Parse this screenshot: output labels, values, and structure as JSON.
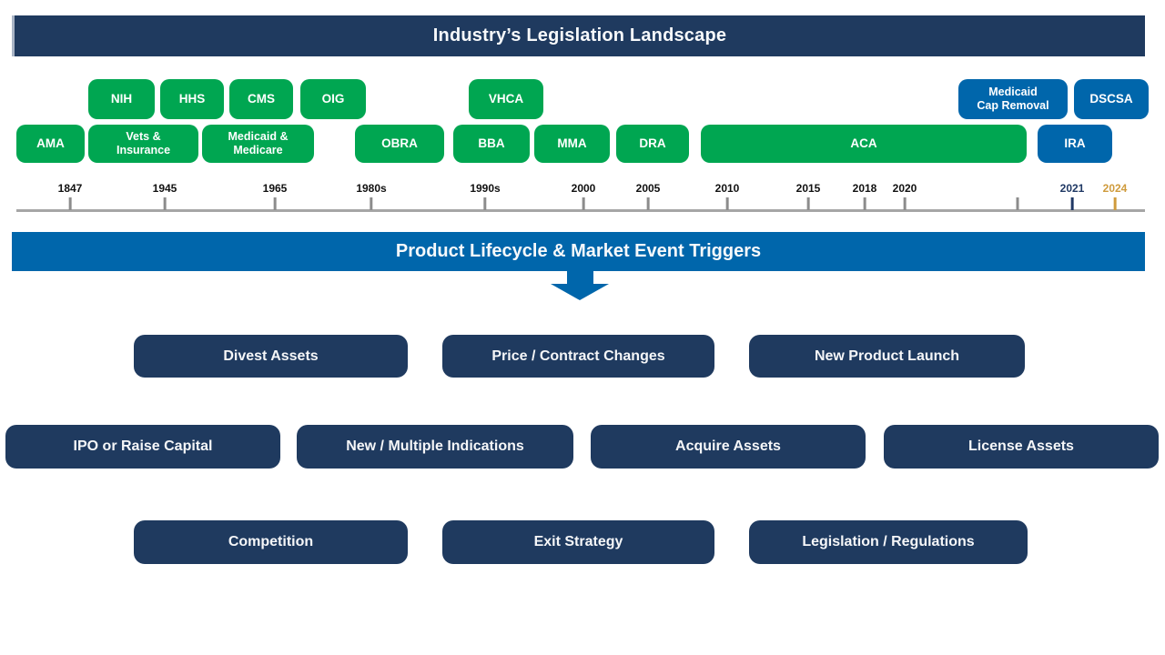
{
  "header": {
    "title": "Industry’s Legislation Landscape"
  },
  "colors": {
    "navy": "#1f3a5f",
    "green": "#00a651",
    "blue": "#0066ab",
    "gold_2024": "#cf9b3c",
    "navy_2021": "#1f3864",
    "timeline_gray": "#8c8c8c"
  },
  "legislation": {
    "row1": [
      {
        "label": "NIH"
      },
      {
        "label": "HHS"
      },
      {
        "label": "CMS"
      },
      {
        "label": "OIG"
      },
      {
        "label": "VHCA"
      },
      {
        "label": "Medicaid\nCap Removal"
      },
      {
        "label": "DSCSA"
      }
    ],
    "row2": [
      {
        "label": "AMA"
      },
      {
        "label": "Vets &\nInsurance"
      },
      {
        "label": "Medicaid &\nMedicare"
      },
      {
        "label": "OBRA"
      },
      {
        "label": "BBA"
      },
      {
        "label": "MMA"
      },
      {
        "label": "DRA"
      },
      {
        "label": "ACA"
      },
      {
        "label": "IRA"
      }
    ]
  },
  "timeline": {
    "ticks": [
      {
        "label": "1847"
      },
      {
        "label": "1945"
      },
      {
        "label": "1965"
      },
      {
        "label": "1980s"
      },
      {
        "label": "1990s"
      },
      {
        "label": "2000"
      },
      {
        "label": "2005"
      },
      {
        "label": "2010"
      },
      {
        "label": "2015"
      },
      {
        "label": "2018"
      },
      {
        "label": "2020"
      },
      {
        "label": ""
      },
      {
        "label": "2021"
      },
      {
        "label": "2024"
      }
    ]
  },
  "banner": {
    "title": "Product Lifecycle & Market Event Triggers"
  },
  "triggers": {
    "row1": [
      "Divest Assets",
      "Price / Contract Changes",
      "New Product Launch"
    ],
    "row2": [
      "IPO or Raise Capital",
      "New / Multiple Indications",
      "Acquire Assets",
      "License Assets"
    ],
    "row3": [
      "Competition",
      "Exit Strategy",
      "Legislation / Regulations"
    ]
  }
}
